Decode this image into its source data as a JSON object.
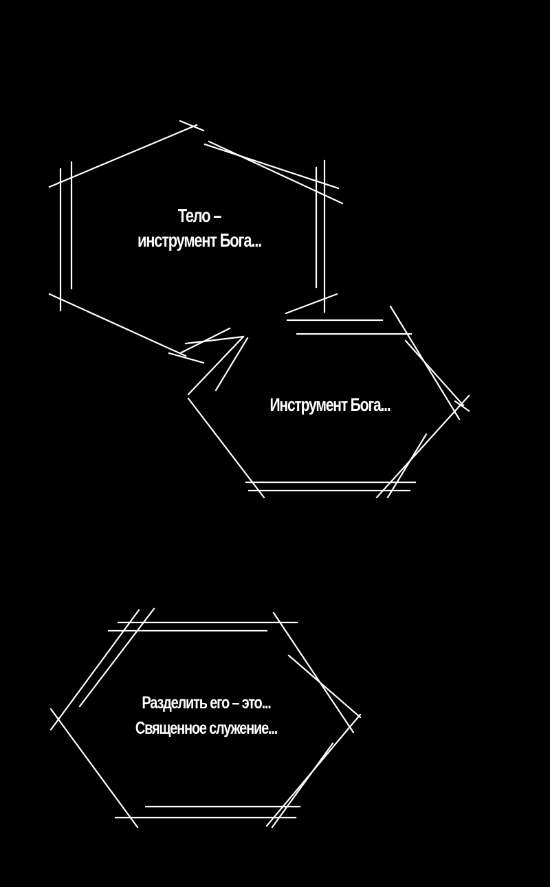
{
  "colors": {
    "background": "#000000",
    "ink": "#ffffff"
  },
  "bubbles": [
    {
      "id": "bubble-1",
      "shape": "hexagon-with-tail",
      "lines": [
        "Тело –",
        "инструмент Бога..."
      ]
    },
    {
      "id": "bubble-2",
      "shape": "hexagon",
      "lines": [
        "Инструмент Бога..."
      ]
    },
    {
      "id": "bubble-3",
      "shape": "hexagon",
      "lines": [
        "Разделить его – это...",
        "Священное служение..."
      ]
    }
  ]
}
